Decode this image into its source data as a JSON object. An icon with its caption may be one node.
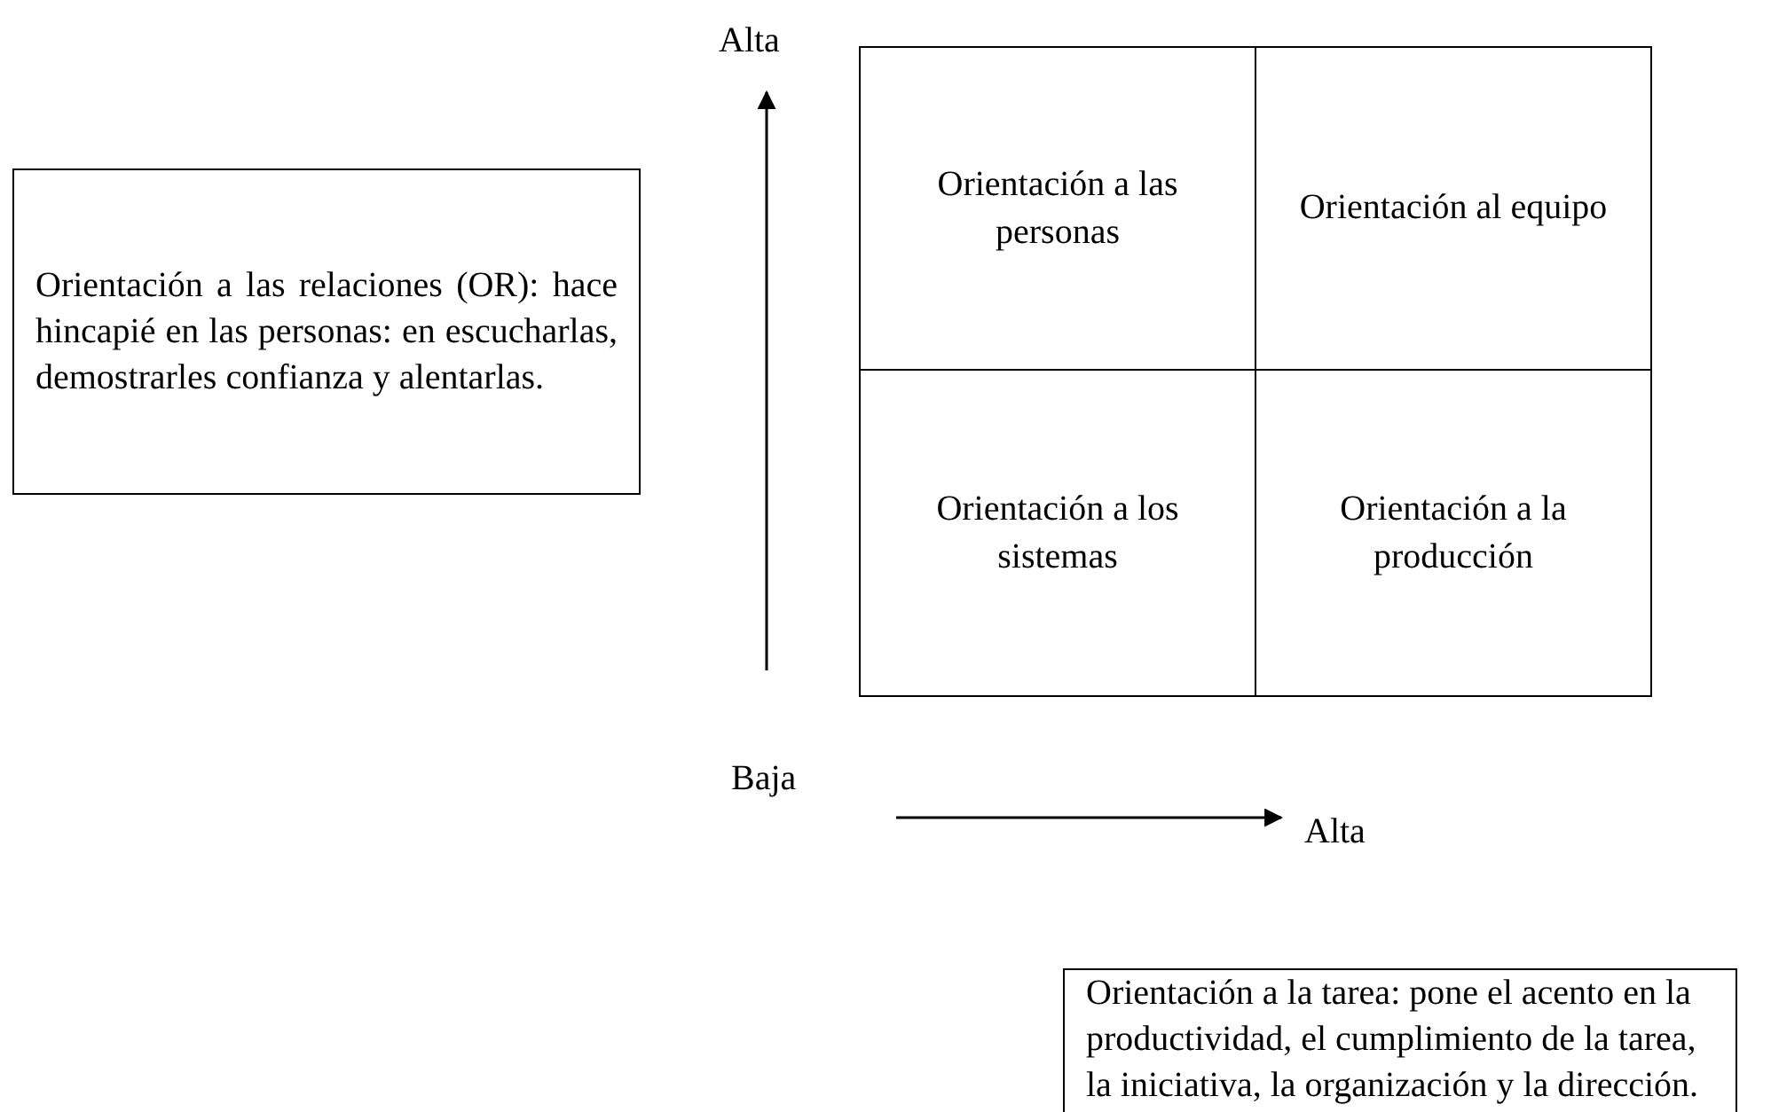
{
  "diagram": {
    "nodes": [
      {
        "text": [
          "Orientación a las personas"
        ]
      },
      {
        "text": [
          "Orientación al equipo"
        ]
      },
      {
        "text": [
          "Orientación a las relaciones (OR): hace hincapié en las personas: en escucharlas, demostrarles confianza y alentarlas."
        ]
      },
      {
        "text": [
          "Orientación a los sistemas"
        ]
      },
      {
        "text": [
          "Orientación a la producción"
        ]
      },
      {
        "text": [
          "Orientación a la tarea: pone el acento en la productividad, el cumplimiento de la tarea, la iniciativa, la organización y la dirección."
        ]
      }
    ],
    "edges": [],
    "labels": [
      "Alta",
      "Baja",
      "Alta"
    ]
  }
}
